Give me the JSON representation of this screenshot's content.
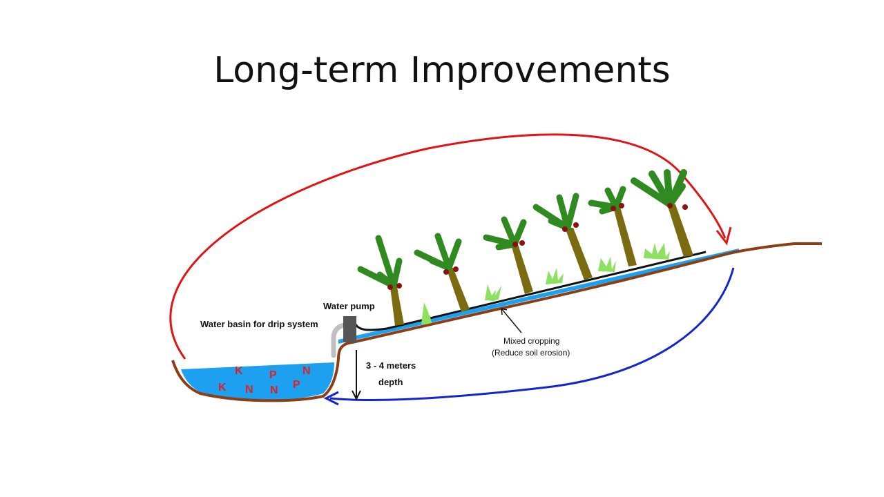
{
  "title": "Long-term Improvements",
  "labels": {
    "water_basin": "Water basin for drip system",
    "water_pump": "Water pump",
    "depth_line1": "3 - 4 meters",
    "depth_line2": "depth",
    "mixed_line1": "Mixed cropping",
    "mixed_line2": "(Reduce soil erosion)"
  },
  "nutrients": [
    "K",
    "P",
    "N",
    "K",
    "N",
    "N",
    "P"
  ],
  "colors": {
    "water": "#1ea0f0",
    "soil": "#8b3e14",
    "nutrient": "#e02020",
    "arrow_red": "#e01414",
    "arrow_blue": "#1424d0",
    "palm_trunk": "#7a6a10",
    "palm_leaf": "#2f8a1f",
    "crop": "#8ee060",
    "fruit": "#8a1010",
    "pump": "#555555",
    "pipe": "#c0c0c0"
  },
  "icons": [
    "water-pump-icon",
    "palm-tree-icon",
    "crop-plant-icon"
  ]
}
